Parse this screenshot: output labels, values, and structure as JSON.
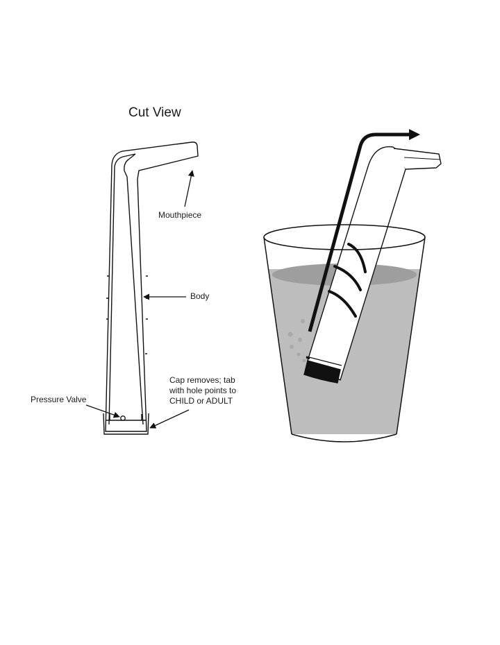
{
  "diagram": {
    "title": "Cut View",
    "labels": {
      "mouthpiece": "Mouthpiece",
      "body": "Body",
      "cap_line1": "Cap removes; tab",
      "cap_line2": "with hole points to",
      "cap_line3": "CHILD or ADULT",
      "pressure_valve": "Pressure Valve"
    }
  },
  "colors": {
    "line": "#111111",
    "water": "#bdbdbd",
    "water_surface": "#9e9e9e",
    "bubbles": "#a8a8a8"
  }
}
